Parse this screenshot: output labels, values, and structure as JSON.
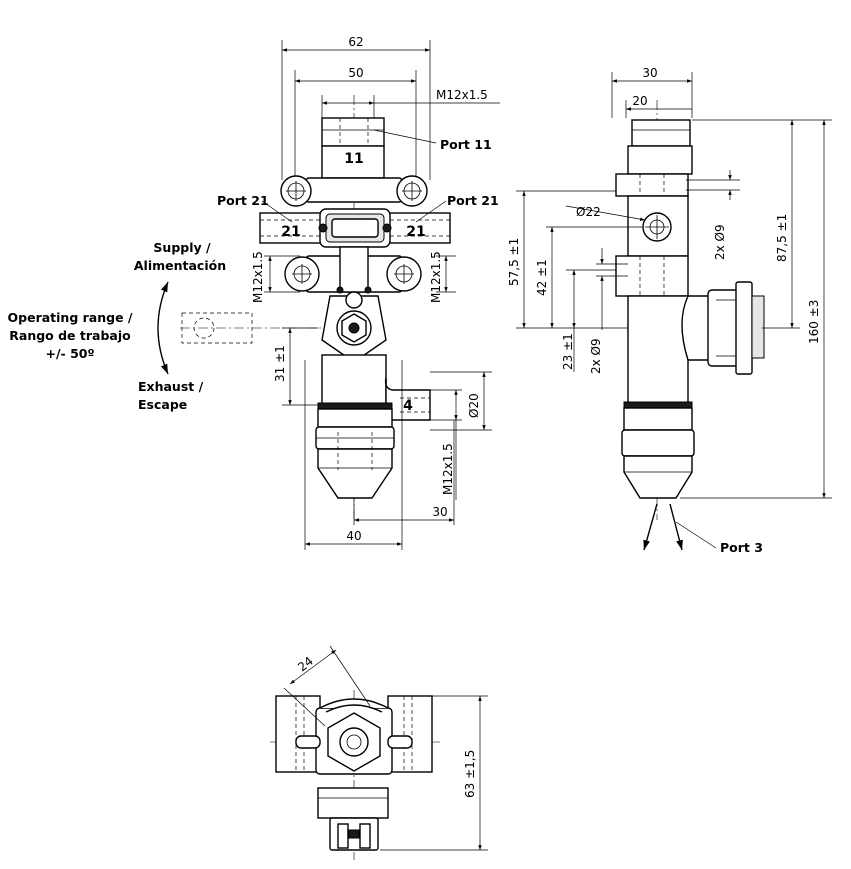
{
  "front_view": {
    "dims": {
      "width_62": "62",
      "width_50": "50",
      "thread_top": "M12x1.5",
      "thread_side": "M12x1.5",
      "height_31": "31 ±1",
      "dia_20": "Ø20",
      "thread_exhaust": "M12x1.5",
      "width_30": "30",
      "width_40": "40"
    },
    "ports": {
      "port_11_label": "Port 11",
      "port_11_number": "11",
      "port_21_left_label": "Port 21",
      "port_21_right_label": "Port 21",
      "port_21_number": "21",
      "port_4_number": "4"
    },
    "annotations": {
      "supply_line1": "Supply /",
      "supply_line2": "Alimentación",
      "operating_line1": "Operating range /",
      "operating_line2": "Rango de trabajo",
      "operating_line3": "+/- 50º",
      "exhaust_line1": "Exhaust /",
      "exhaust_line2": "Escape"
    }
  },
  "side_view": {
    "dims": {
      "width_30": "30",
      "width_20": "20",
      "dia_22": "Ø22",
      "holes_9_upper": "2x Ø9",
      "holes_9_lower": "2x Ø9",
      "height_57_5": "57,5 ±1",
      "height_42": "42 ±1",
      "height_23": "23 ±1",
      "height_87_5": "87,5 ±1",
      "height_160": "160 ±3"
    },
    "ports": {
      "port_3_label": "Port 3"
    }
  },
  "bottom_view": {
    "dims": {
      "across_flats_24": "24",
      "height_63": "63 ±1,5"
    }
  }
}
